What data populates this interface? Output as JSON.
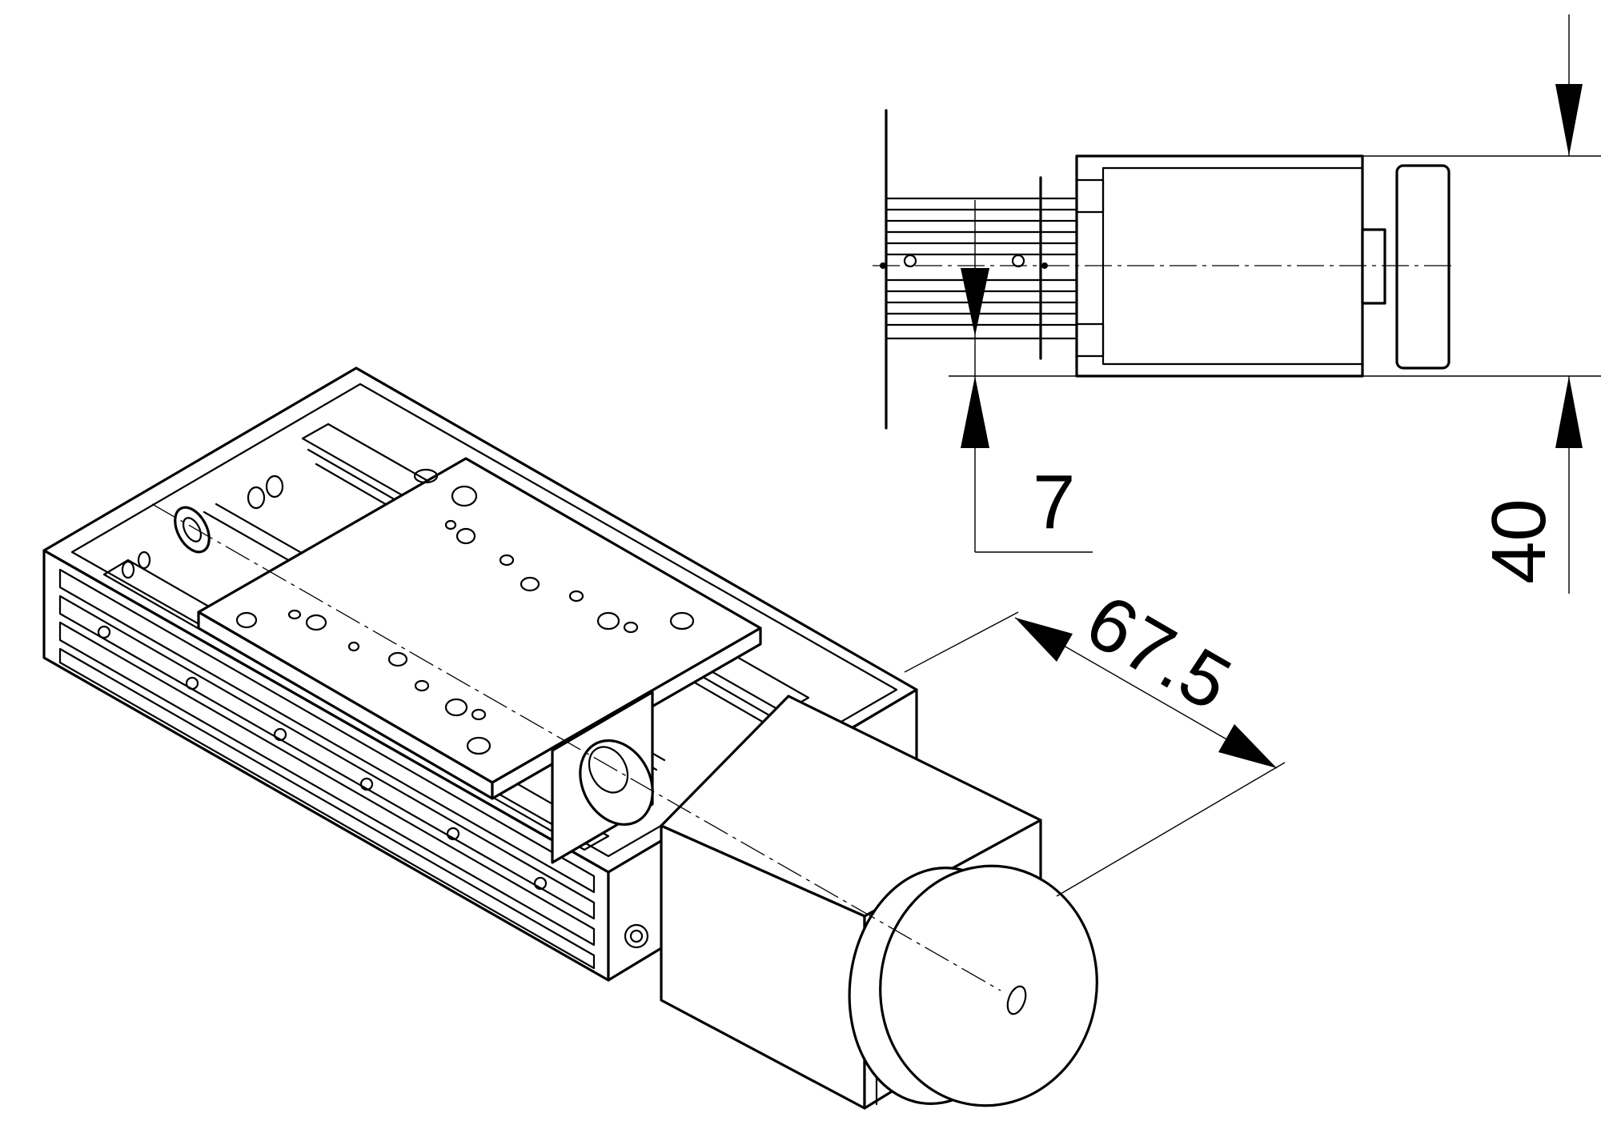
{
  "dimensions": {
    "motor_length": "67.5",
    "stage_height": "40",
    "shaft_offset": "7"
  },
  "colors": {
    "line": "#000000",
    "background": "#ffffff"
  },
  "views": [
    "isometric-view",
    "side-view"
  ]
}
